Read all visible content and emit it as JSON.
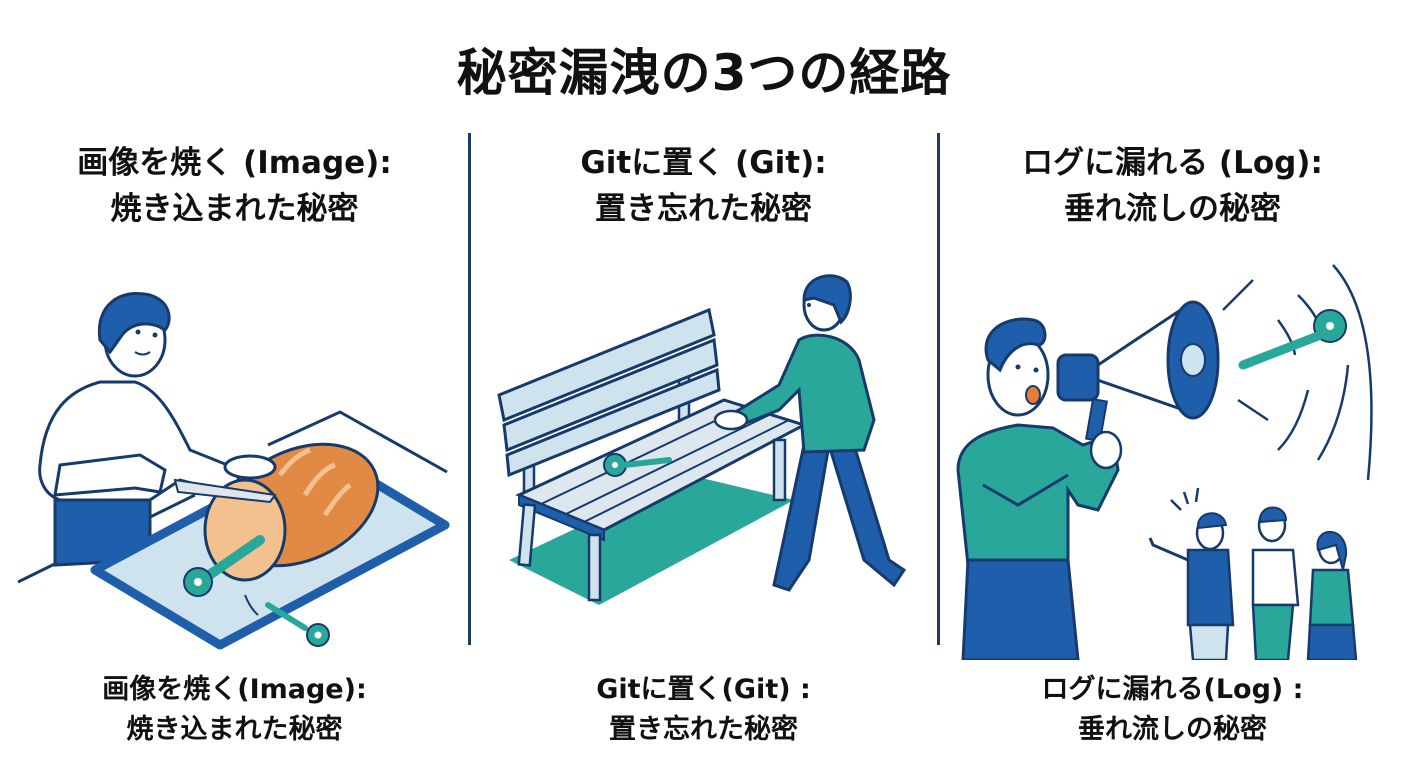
{
  "title": "秘密漏洩の3つの経路",
  "colors": {
    "outline": "#163a6b",
    "blue": "#1f5eaa",
    "teal": "#2aa79b",
    "light_blue": "#cfe3ee",
    "bread": "#e08a45",
    "bread_inner": "#f2c18e",
    "divider": "#1b3a66",
    "text": "#111111",
    "background": "#ffffff"
  },
  "panels": [
    {
      "id": "image",
      "heading_line1": "画像を焼く (Image):",
      "heading_line2": "焼き込まれた秘密",
      "caption_line1": "画像を焼く(Image):",
      "caption_line2": "焼き込まれた秘密",
      "illustration": "person slicing a loaf of bread on a baking tray; a key is baked inside the bread and another key falls onto the tray"
    },
    {
      "id": "git",
      "heading_line1": "Gitに置く (Git):",
      "heading_line2": "置き忘れた秘密",
      "caption_line1": "Gitに置く(Git) :",
      "caption_line2": "置き忘れた秘密",
      "illustration": "person walking away from a park bench, leaving a key behind on the seat"
    },
    {
      "id": "log",
      "heading_line1": "ログに漏れる (Log):",
      "heading_line2": "垂れ流しの秘密",
      "caption_line1": "ログに漏れる(Log) :",
      "caption_line2": "垂れ流しの秘密",
      "illustration": "person shouting into a megaphone broadcasting a key to a group of three onlookers"
    }
  ]
}
